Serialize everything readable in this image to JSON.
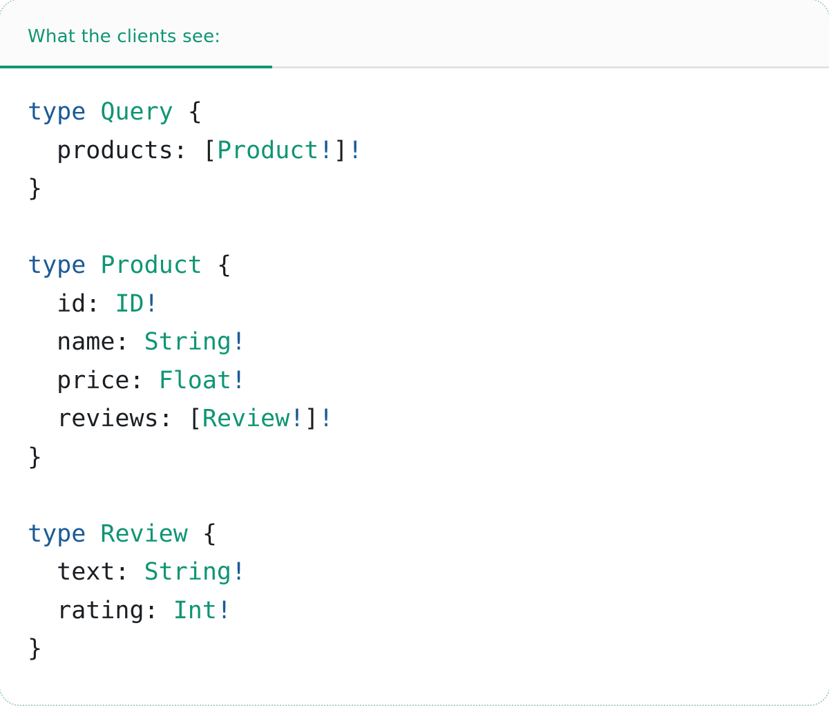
{
  "tabs": [
    {
      "label": "What the clients see:",
      "active": true
    }
  ],
  "colors": {
    "accent_green": "#0F9573",
    "keyword_blue": "#1A5A96",
    "code_ink": "#1B1F23",
    "divider_gray": "#E2E2E2",
    "tabbar_bg": "#FBFBFB",
    "card_border": "#A8D2BC"
  },
  "code": {
    "language": "graphql",
    "lines": [
      [
        {
          "t": "type",
          "s": "k"
        },
        {
          "t": " ",
          "s": "p"
        },
        {
          "t": "Query",
          "s": "t"
        },
        {
          "t": " {",
          "s": "p"
        }
      ],
      [
        {
          "t": "  products: [",
          "s": "p"
        },
        {
          "t": "Product",
          "s": "t"
        },
        {
          "t": "!",
          "s": "b"
        },
        {
          "t": "]",
          "s": "p"
        },
        {
          "t": "!",
          "s": "b"
        }
      ],
      [
        {
          "t": "}",
          "s": "p"
        }
      ],
      [],
      [
        {
          "t": "type",
          "s": "k"
        },
        {
          "t": " ",
          "s": "p"
        },
        {
          "t": "Product",
          "s": "t"
        },
        {
          "t": " {",
          "s": "p"
        }
      ],
      [
        {
          "t": "  id: ",
          "s": "p"
        },
        {
          "t": "ID",
          "s": "t"
        },
        {
          "t": "!",
          "s": "b"
        }
      ],
      [
        {
          "t": "  name: ",
          "s": "p"
        },
        {
          "t": "String",
          "s": "t"
        },
        {
          "t": "!",
          "s": "b"
        }
      ],
      [
        {
          "t": "  price: ",
          "s": "p"
        },
        {
          "t": "Float",
          "s": "t"
        },
        {
          "t": "!",
          "s": "b"
        }
      ],
      [
        {
          "t": "  reviews: [",
          "s": "p"
        },
        {
          "t": "Review",
          "s": "t"
        },
        {
          "t": "!",
          "s": "b"
        },
        {
          "t": "]",
          "s": "p"
        },
        {
          "t": "!",
          "s": "b"
        }
      ],
      [
        {
          "t": "}",
          "s": "p"
        }
      ],
      [],
      [
        {
          "t": "type",
          "s": "k"
        },
        {
          "t": " ",
          "s": "p"
        },
        {
          "t": "Review",
          "s": "t"
        },
        {
          "t": " {",
          "s": "p"
        }
      ],
      [
        {
          "t": "  text: ",
          "s": "p"
        },
        {
          "t": "String",
          "s": "t"
        },
        {
          "t": "!",
          "s": "b"
        }
      ],
      [
        {
          "t": "  rating: ",
          "s": "p"
        },
        {
          "t": "Int",
          "s": "t"
        },
        {
          "t": "!",
          "s": "b"
        }
      ],
      [
        {
          "t": "}",
          "s": "p"
        }
      ]
    ]
  }
}
